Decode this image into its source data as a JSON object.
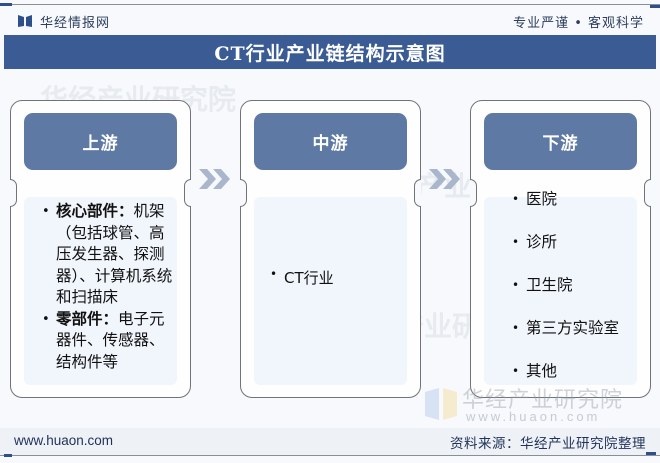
{
  "header": {
    "brand": "华经情报网",
    "slogan": "专业严谨 • 客观科学"
  },
  "title": "CT行业产业链结构示意图",
  "stages": [
    {
      "heading": "上游",
      "items": [
        {
          "label": "核心部件：",
          "text": "机架（包括球管、高压发生器、探测器）、计算机系统和扫描床"
        },
        {
          "label": "零部件：",
          "text": "电子元器件、传感器、结构件等"
        }
      ]
    },
    {
      "heading": "中游",
      "items": [
        {
          "text": "CT行业"
        }
      ]
    },
    {
      "heading": "下游",
      "items": [
        {
          "text": "医院"
        },
        {
          "text": "诊所"
        },
        {
          "text": "卫生院"
        },
        {
          "text": "第三方实验室"
        },
        {
          "text": "其他"
        }
      ]
    }
  ],
  "arrows": [
    {
      "icon": "double-chevron-right-icon"
    },
    {
      "icon": "double-chevron-right-icon"
    }
  ],
  "watermark": {
    "text": "华经产业研究院",
    "url": "www.huaon.com"
  },
  "footer": {
    "url": "www.huaon.com",
    "source": "资料来源：华经产业研究院整理"
  },
  "colors": {
    "title_bar": "#3b5b94",
    "stage_header": "#5e7aa4",
    "panel_body": "#f1f5fc",
    "arrow": "#a9b6cc",
    "text_dark": "#22335a"
  }
}
